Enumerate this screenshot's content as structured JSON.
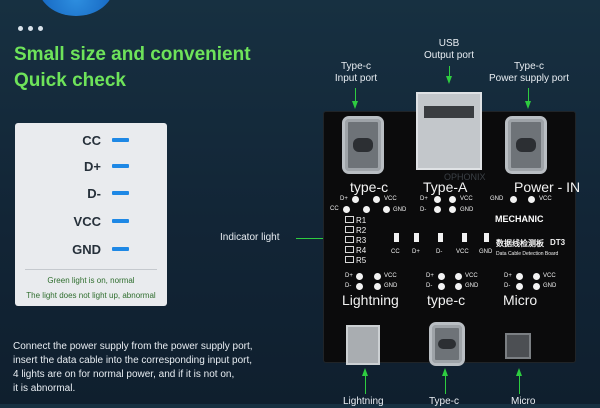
{
  "headline": {
    "line1": "Small size and convenient",
    "line2": "Quick check"
  },
  "status_panel": {
    "signals": [
      "CC",
      "D+",
      "D-",
      "VCC",
      "GND"
    ],
    "led_color": "#1e88e5",
    "note_normal": "Green light is on, normal",
    "note_abnormal": "The light does not light up, abnormal"
  },
  "description": {
    "lines": [
      "Connect the power supply from the power supply port,",
      "insert the data cable into the corresponding input port,",
      " 4 lights are on for normal power, and if it is not on,",
      "it is abnormal."
    ]
  },
  "callouts": {
    "usb_line1": "USB",
    "usb_line2": "Output port",
    "typec_in_line1": "Type-c",
    "typec_in_line2": "Input port",
    "power_line1": "Type-c",
    "power_line2": "Power supply port",
    "indicator": "Indicator light",
    "bottom_lightning": "Lightning",
    "bottom_typec": "Type-c",
    "bottom_micro": "Micro"
  },
  "board": {
    "port_labels": [
      "type-c",
      "Type-A",
      "Power - IN"
    ],
    "bottom_labels": [
      "Lightning",
      "type-c",
      "Micro"
    ],
    "brand": "MECHANIC",
    "model": "DT3",
    "subtitle": "Data Cable Detection Board",
    "cn_title": "数据线检测板",
    "r_labels": [
      "R1",
      "R2",
      "R3",
      "R4",
      "R5"
    ],
    "led_labels": [
      "CC",
      "D+",
      "D-",
      "VCC",
      "GND"
    ],
    "pin_pp": "D+",
    "pin_vcc": "VCC",
    "pin_cc": "CC",
    "pin_dm": "D-",
    "pin_gnd": "GND",
    "watermark": "OPHONIX"
  },
  "accent_colors": {
    "headline": "#6ee35a",
    "callout_line": "#2ecc40"
  }
}
